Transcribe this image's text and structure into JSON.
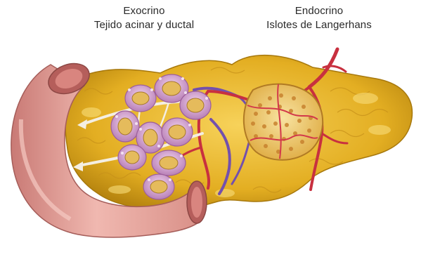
{
  "labels": {
    "exocrine_title": "Exocrino",
    "exocrine_sub": "Tejido acinar y ductal",
    "endocrine_title": "Endocrino",
    "endocrine_sub": "Islotes de Langerhans"
  },
  "colors": {
    "duodenum": "#e7a9a3",
    "duodenum_shadow": "#b96d6a",
    "pancreas": "#e5b52a",
    "pancreas_dark": "#b58412",
    "pancreas_light": "#f6d35b",
    "acinus_outer": "#d9a6d6",
    "acinus_inner": "#e7bf61",
    "artery": "#d2384a",
    "vein": "#7b52b3",
    "islet": "#f2d36d",
    "islet_cells": "#c8822e",
    "duct": "#f7f2e8"
  }
}
